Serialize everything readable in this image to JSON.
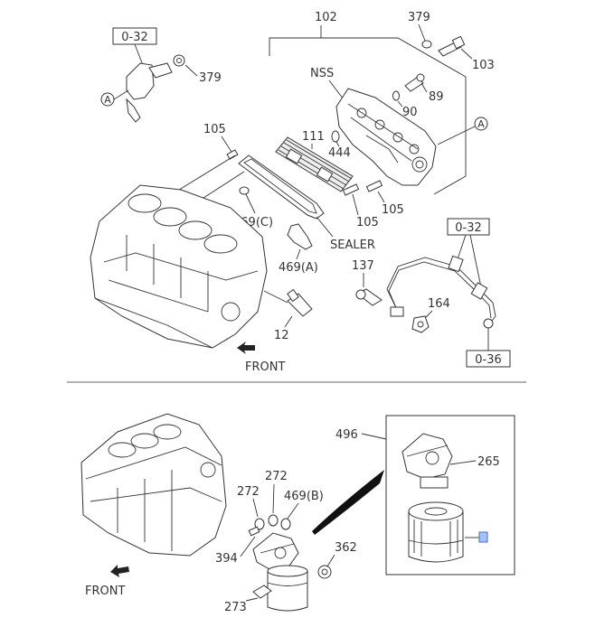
{
  "labels": {
    "ref_032_a": "0-32",
    "p379_a": "379",
    "p379_b": "379",
    "p102": "102",
    "p103": "103",
    "nss": "NSS",
    "p89": "89",
    "p90": "90",
    "p105_a": "105",
    "p111": "111",
    "p444": "444",
    "circle_a_1": "A",
    "circle_a_2": "A",
    "p469c": "469(C)",
    "p105_b": "105",
    "p105_c": "105",
    "sealer": "SEALER",
    "p469a": "469(A)",
    "ref_032_b": "0-32",
    "p137": "137",
    "p164": "164",
    "p12": "12",
    "front_1": "FRONT",
    "ref_036": "0-36",
    "p496": "496",
    "p265": "265",
    "p272_a": "272",
    "p272_b": "272",
    "p469b": "469(B)",
    "p394": "394",
    "p362": "362",
    "p273": "273",
    "front_2": "FRONT"
  },
  "colors": {
    "line": "#333333",
    "highlight": "#3a6fd8"
  }
}
